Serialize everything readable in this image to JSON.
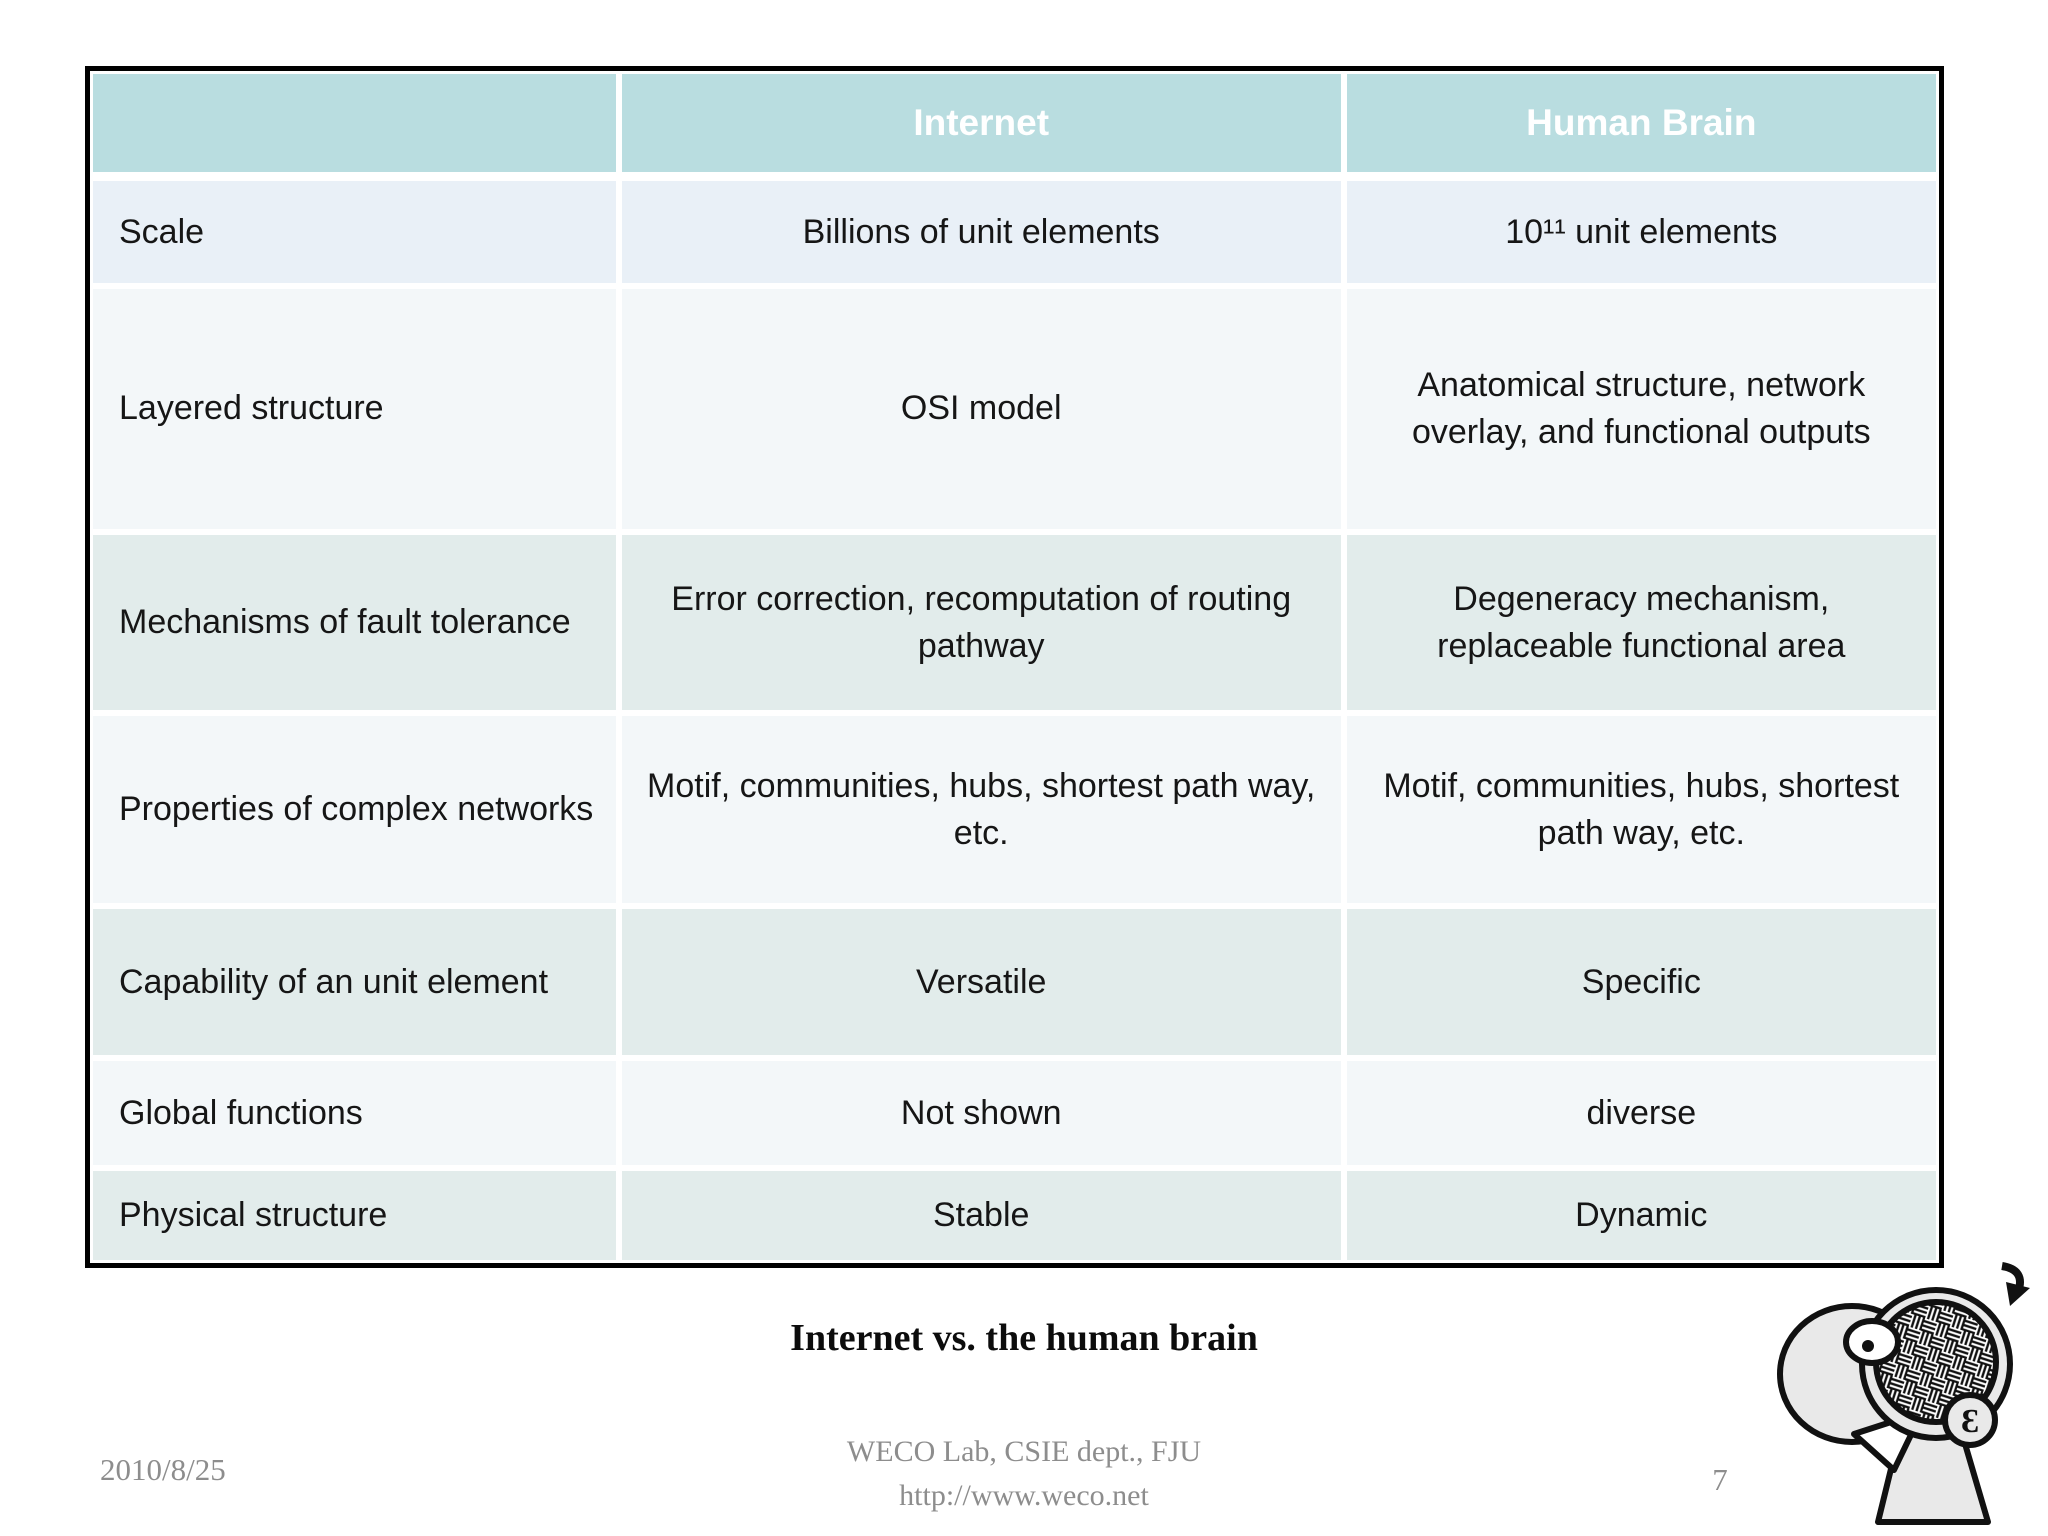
{
  "table": {
    "headers": [
      "",
      "Internet",
      "Human Brain"
    ],
    "rows": [
      [
        "Scale",
        "Billions of unit elements",
        "10¹¹ unit elements"
      ],
      [
        "Layered structure",
        "OSI model",
        "Anatomical structure, network overlay, and functional outputs"
      ],
      [
        "Mechanisms of fault tolerance",
        "Error correction, recomputation of routing pathway",
        "Degeneracy mechanism, replaceable functional area"
      ],
      [
        "Properties of complex networks",
        "Motif, communities, hubs, shortest path way, etc.",
        "Motif, communities, hubs, shortest path way, etc."
      ],
      [
        "Capability of an unit element",
        "Versatile",
        "Specific"
      ],
      [
        "Global functions",
        "Not shown",
        "diverse"
      ],
      [
        "Physical structure",
        "Stable",
        "Dynamic"
      ]
    ]
  },
  "caption": "Internet vs. the human brain",
  "footer": {
    "date": "2010/8/25",
    "org_line1": "WECO Lab, CSIE dept., FJU",
    "org_line2": "http://www.weco.net",
    "page": "7"
  },
  "colors": {
    "header_bg": "#b9dde0",
    "header_text": "#ffffff",
    "row_blue": "#e9f0f7",
    "row_light": "#f3f7f9",
    "row_teal": "#e2eceb",
    "table_border": "#000000",
    "footer_text": "#8d8d8d",
    "body_text": "#161616"
  }
}
